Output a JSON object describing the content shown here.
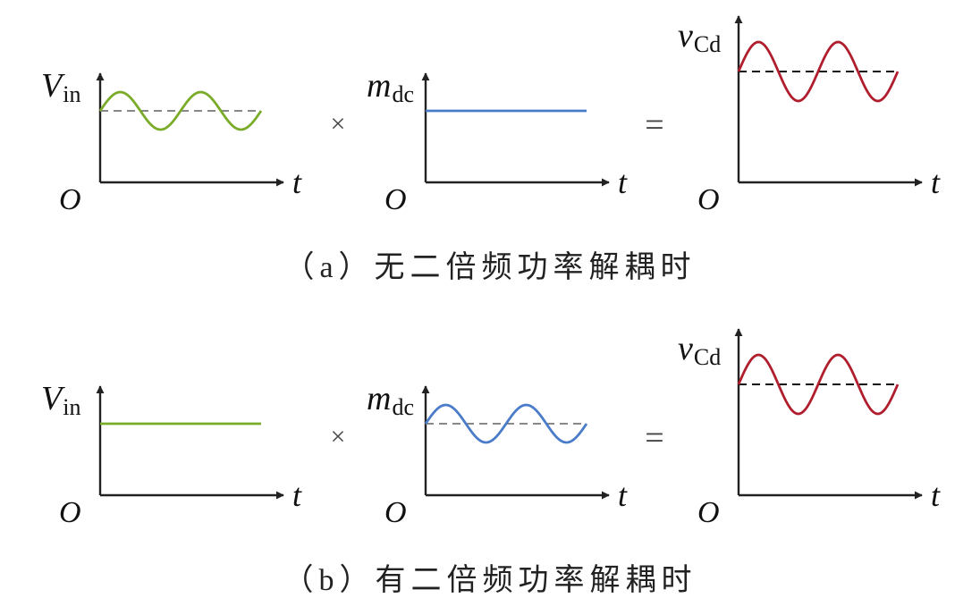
{
  "rows": [
    {
      "caption": "（a）无二倍频功率解耦时",
      "operators": [
        "×",
        "="
      ],
      "panels": [
        {
          "symbol": "V",
          "subscript": "in",
          "origin": "O",
          "taxis": "t",
          "color": "#7aac2a",
          "wave": "sine",
          "dashed_ref": true,
          "dash_color": "#888888"
        },
        {
          "symbol": "m",
          "subscript": "dc",
          "origin": "O",
          "taxis": "t",
          "color": "#4a7cc9",
          "wave": "flat",
          "dashed_ref": false,
          "dash_color": "#888888"
        },
        {
          "symbol": "v",
          "subscript": "Cd",
          "origin": "O",
          "taxis": "t",
          "color": "#b01e2e",
          "wave": "sine",
          "dashed_ref": true,
          "dash_color": "#111111"
        }
      ]
    },
    {
      "caption": "（b）有二倍频功率解耦时",
      "operators": [
        "×",
        "="
      ],
      "panels": [
        {
          "symbol": "V",
          "subscript": "in",
          "origin": "O",
          "taxis": "t",
          "color": "#7aac2a",
          "wave": "flat",
          "dashed_ref": false,
          "dash_color": "#888888"
        },
        {
          "symbol": "m",
          "subscript": "dc",
          "origin": "O",
          "taxis": "t",
          "color": "#4a7cc9",
          "wave": "sine",
          "dashed_ref": true,
          "dash_color": "#888888"
        },
        {
          "symbol": "v",
          "subscript": "Cd",
          "origin": "O",
          "taxis": "t",
          "color": "#b01e2e",
          "wave": "sine",
          "dashed_ref": true,
          "dash_color": "#111111"
        }
      ]
    }
  ]
}
